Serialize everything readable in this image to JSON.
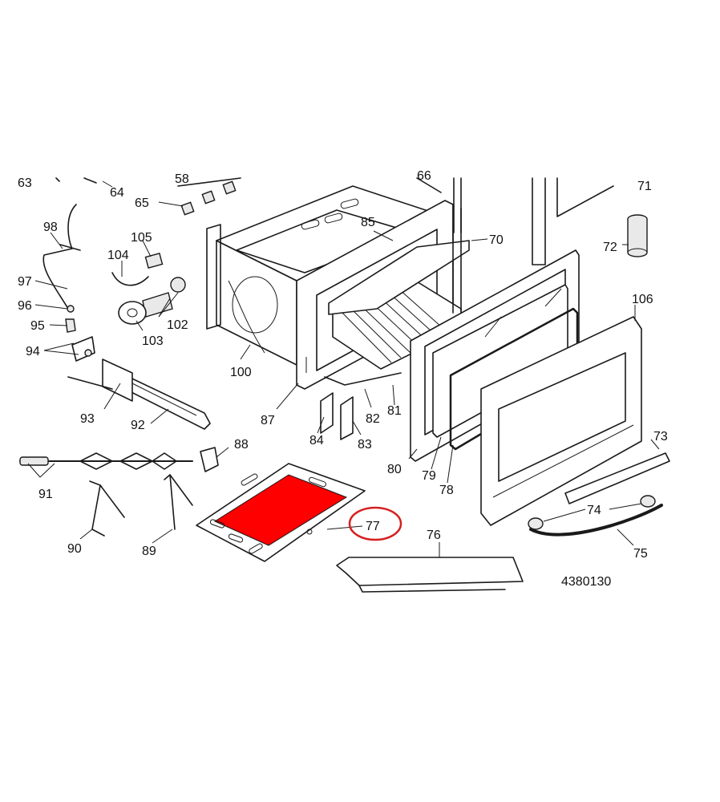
{
  "diagram": {
    "drawing_number": "4380130",
    "highlight_color": "#ff0000",
    "highlight_ring_color": "#d42020",
    "highlighted_part": "77"
  },
  "labels": {
    "p63": "63",
    "p58": "58",
    "p64": "64",
    "p65": "65",
    "p66": "66",
    "p71": "71",
    "p98": "98",
    "p105": "105",
    "p104": "104",
    "p85": "85",
    "p70": "70",
    "p72": "72",
    "p97": "97",
    "p96": "96",
    "p95": "95",
    "p102": "102",
    "p103": "103",
    "p94": "94",
    "p106": "106",
    "p100": "100",
    "p93": "93",
    "p92": "92",
    "p87": "87",
    "p82": "82",
    "p81": "81",
    "p84": "84",
    "p83": "83",
    "p88": "88",
    "p73": "73",
    "p80": "80",
    "p79": "79",
    "p78": "78",
    "p91": "91",
    "p74": "74",
    "p77": "77",
    "p76": "76",
    "p75": "75",
    "p90": "90",
    "p89": "89"
  }
}
